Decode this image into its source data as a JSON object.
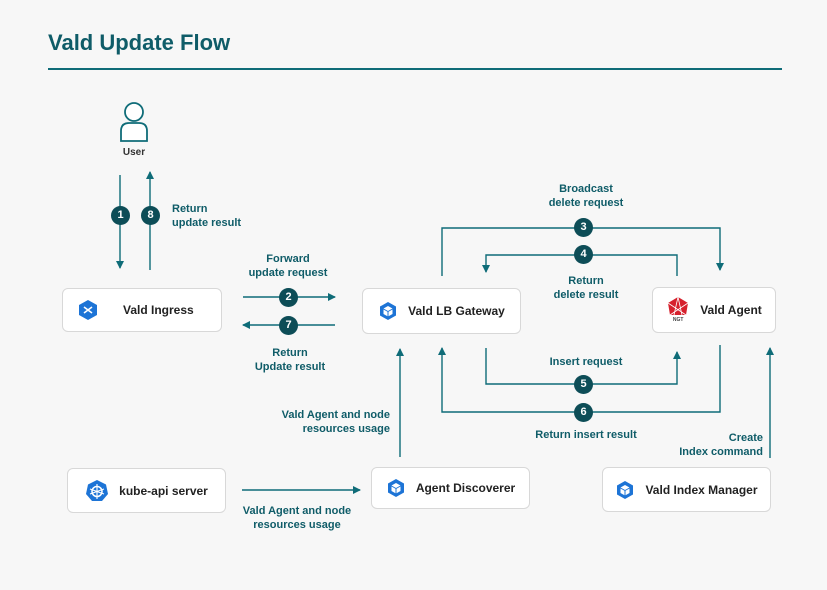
{
  "title": "Vald Update Flow",
  "colors": {
    "accent": "#0f5c68",
    "step": "#0d4d57",
    "line": "#0f6c78",
    "icon_blue": "#1d74d6",
    "ngt_red": "#d6212d"
  },
  "user": {
    "label": "User",
    "icon": "user-icon"
  },
  "nodes": {
    "ingress": {
      "label": "Vald Ingress",
      "icon": "vald-ingress-icon"
    },
    "lb_gateway": {
      "label": "Vald LB Gateway",
      "icon": "cube-icon"
    },
    "agent": {
      "label": "Vald Agent",
      "icon": "ngt-icon",
      "icon_text": "NGT"
    },
    "kube_api": {
      "label": "kube-api server",
      "icon": "kubernetes-icon"
    },
    "discoverer": {
      "label": "Agent Discoverer",
      "icon": "cube-icon"
    },
    "index_manager": {
      "label": "Vald Index Manager",
      "icon": "cube-icon"
    }
  },
  "edge_labels": {
    "return_update_result": [
      "Return",
      "update result"
    ],
    "forward_update_request": [
      "Forward",
      "update request"
    ],
    "return_update_result_2": [
      "Return",
      "Update result"
    ],
    "broadcast_delete": [
      "Broadcast",
      "delete request"
    ],
    "return_delete": [
      "Return",
      "delete result"
    ],
    "insert_request": "Insert request",
    "return_insert": "Return insert result",
    "agent_usage_up": [
      "Vald Agent and node",
      "resources usage"
    ],
    "agent_usage_down": [
      "Vald Agent and node",
      "resources usage"
    ],
    "create_index": [
      "Create",
      "Index command"
    ]
  },
  "steps": [
    "1",
    "8",
    "2",
    "7",
    "3",
    "4",
    "5",
    "6"
  ]
}
